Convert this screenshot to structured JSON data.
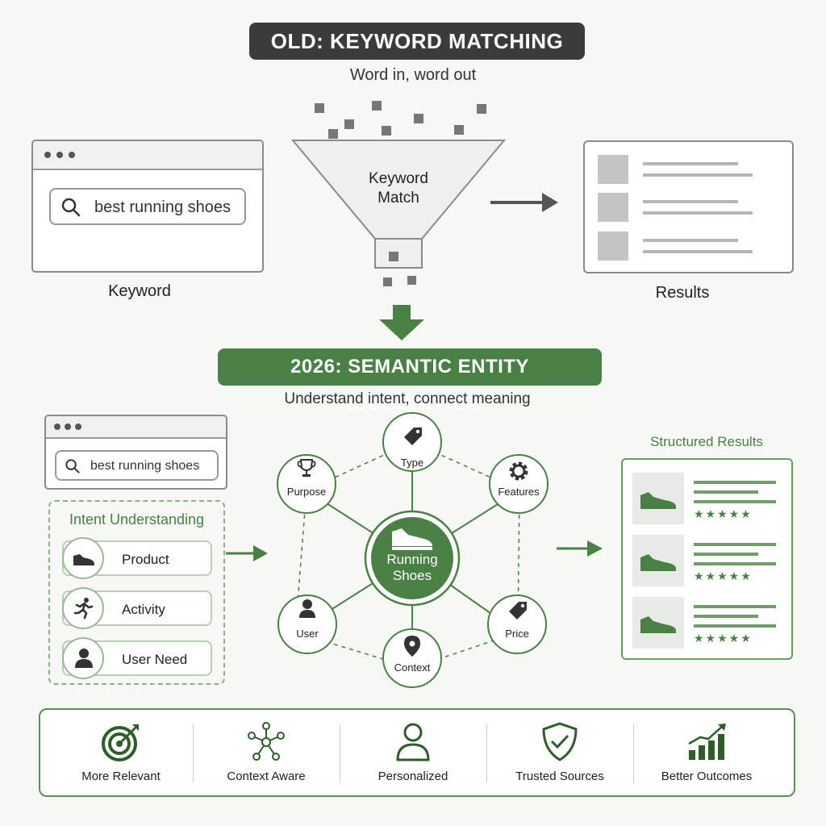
{
  "old": {
    "banner": "OLD: KEYWORD MATCHING",
    "subtitle": "Word in, word out",
    "search_text": "best running shoes",
    "keyword_label": "Keyword",
    "funnel_label_line1": "Keyword",
    "funnel_label_line2": "Match",
    "results_label": "Results"
  },
  "new": {
    "banner": "2026: SEMANTIC ENTITY RECOGNITION",
    "subtitle": "Understand intent, connect meaning",
    "search_text": "best running shoes",
    "intent_title": "Intent Understanding",
    "intent_items": [
      {
        "label": "Product",
        "icon": "shoe-icon"
      },
      {
        "label": "Activity",
        "icon": "runner-icon"
      },
      {
        "label": "User Need",
        "icon": "user-icon"
      }
    ],
    "hub_line1": "Running",
    "hub_line2": "Shoes",
    "nodes": [
      {
        "label": "Type",
        "icon": "tag-icon"
      },
      {
        "label": "Purpose",
        "icon": "trophy-icon"
      },
      {
        "label": "Features",
        "icon": "gear-icon"
      },
      {
        "label": "User",
        "icon": "user-icon"
      },
      {
        "label": "Price",
        "icon": "price-tag-icon"
      },
      {
        "label": "Context",
        "icon": "location-pin-icon"
      }
    ],
    "structured_title": "Structured Results",
    "stars": "★★★★★"
  },
  "benefits": [
    {
      "label": "More Relevant",
      "icon": "target-icon"
    },
    {
      "label": "Context Aware",
      "icon": "network-icon"
    },
    {
      "label": "Personalized",
      "icon": "person-icon"
    },
    {
      "label": "Trusted Sources",
      "icon": "shield-check-icon"
    },
    {
      "label": "Better Outcomes",
      "icon": "growth-chart-icon"
    }
  ],
  "colors": {
    "dark": "#3b3b38",
    "green": "#4a7f46",
    "light_green": "#8bb185",
    "gray": "#8a8a88"
  }
}
